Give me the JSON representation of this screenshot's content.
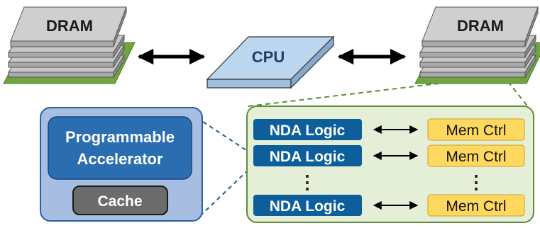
{
  "top": {
    "dram_left_label": "DRAM",
    "dram_right_label": "DRAM",
    "cpu_label": "CPU"
  },
  "accelerator_panel": {
    "accelerator_line1": "Programmable",
    "accelerator_line2": "Accelerator",
    "cache_label": "Cache"
  },
  "nda_panel": {
    "rows": [
      {
        "logic_label": "NDA Logic",
        "ctrl_label": "Mem Ctrl"
      },
      {
        "logic_label": "NDA Logic",
        "ctrl_label": "Mem Ctrl"
      },
      {
        "logic_label": "NDA Logic",
        "ctrl_label": "Mem Ctrl"
      }
    ],
    "ellipsis_glyph": "⋮"
  },
  "colors": {
    "dram_gray": "#c8c8c8",
    "board_green": "#6fa53f",
    "cpu_blue": "#bcd6ef",
    "accel_panel_bg": "#a7bde1",
    "accel_blue": "#2a6db0",
    "cache_gray": "#6c6c6c",
    "nda_panel_bg": "#e5eed6",
    "nda_panel_border": "#5e8c3a",
    "nda_logic_blue": "#0c5f9a",
    "mem_ctrl_yellow": "#fed85f"
  }
}
